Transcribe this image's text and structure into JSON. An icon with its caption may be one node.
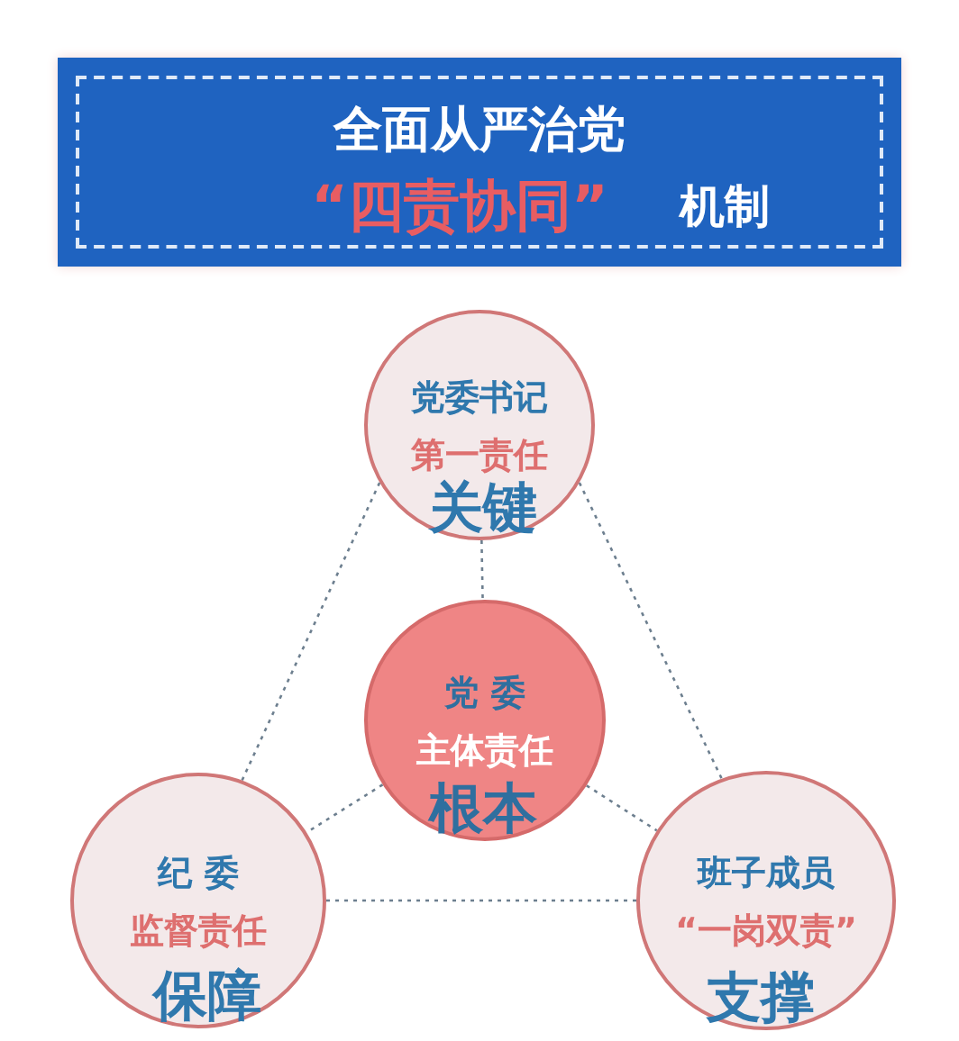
{
  "diagram": {
    "nodes": [
      {
        "text": [
          "全面从严治党",
          "“四责协同”",
          "机制"
        ]
      },
      {
        "text": [
          "党委书记",
          "第一责任",
          "关键"
        ]
      },
      {
        "text": [
          "党 委",
          "主体责任",
          "根本"
        ]
      },
      {
        "text": [
          "纪 委",
          "监督责任",
          "保障"
        ]
      },
      {
        "text": [
          "班子成员",
          "“一岗双责”",
          "支撑"
        ]
      }
    ],
    "edges": [
      {
        "from": 1,
        "to": 3,
        "arrow": "none",
        "style": "dashed"
      },
      {
        "from": 1,
        "to": 4,
        "arrow": "none",
        "style": "dashed"
      },
      {
        "from": 3,
        "to": 4,
        "arrow": "none",
        "style": "dashed"
      },
      {
        "from": 1,
        "to": 2,
        "arrow": "none",
        "style": "dashed"
      },
      {
        "from": 2,
        "to": 3,
        "arrow": "none",
        "style": "dashed"
      },
      {
        "from": 2,
        "to": 4,
        "arrow": "none",
        "style": "dashed"
      }
    ]
  }
}
